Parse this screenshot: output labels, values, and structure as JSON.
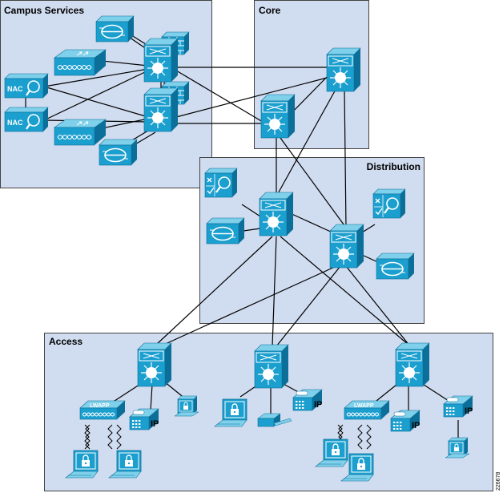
{
  "zones": {
    "campus_services": "Campus Services",
    "core": "Core",
    "distribution": "Distribution",
    "access": "Access"
  },
  "device_text": {
    "nac": "NAC",
    "ip": "IP",
    "lwapp": "LWAPP"
  },
  "figure_number": "226678",
  "colors": {
    "zone_fill": "#d0dcef",
    "device_face": "#1b9fcf",
    "device_top": "#7fd0ea",
    "device_side": "#0b6f99",
    "link": "#000000"
  },
  "icons": [
    "multilayer-switch-icon",
    "firewall-icon",
    "nac-appliance-icon",
    "ids-sensor-icon",
    "wan-optimizer-icon",
    "wireless-lan-controller-icon",
    "lwapp-access-point-icon",
    "ip-phone-icon",
    "laptop-icon",
    "printer-icon",
    "secure-workstation-icon"
  ]
}
